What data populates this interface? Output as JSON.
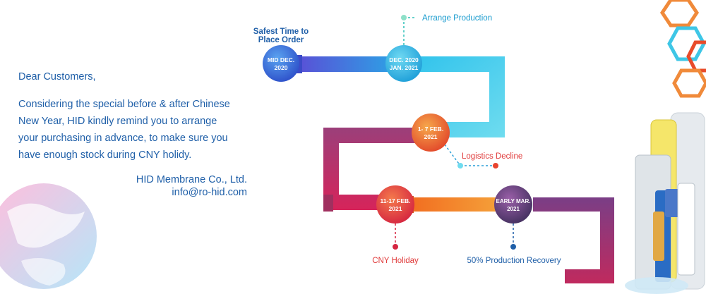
{
  "letter": {
    "greeting": "Dear Customers,",
    "lines": [
      "Considering the special before & after Chinese",
      "New Year, HID kindly remind you to arrange",
      "your purchasing in advance, to make sure you",
      "have enough stock during CNY holidy."
    ],
    "company": "HID Membrane Co., Ltd.",
    "email": "info@ro-hid.com"
  },
  "timeline": {
    "safest_label_line1": "Safest Time to",
    "safest_label_line2": "Place Order",
    "arrange_label": "Arrange Production",
    "logistics_label": "Logistics Decline",
    "cny_label": "CNY Holiday",
    "recovery_label": "50% Production Recovery",
    "nodes": [
      {
        "line1": "MID DEC.",
        "line2": "2020"
      },
      {
        "line1": "DEC. 2020",
        "line2": "JAN. 2021"
      },
      {
        "line1": "1- 7 FEB.",
        "line2": "2021"
      },
      {
        "line1": "11-17 FEB.",
        "line2": "2021"
      },
      {
        "line1": "EARLY MAR.",
        "line2": "2021"
      }
    ]
  },
  "colors": {
    "text_blue": "#1f5fa8",
    "label_teal": "#1a9ccf",
    "label_red": "#e03a3a",
    "label_darkblue": "#1f5fa8"
  }
}
